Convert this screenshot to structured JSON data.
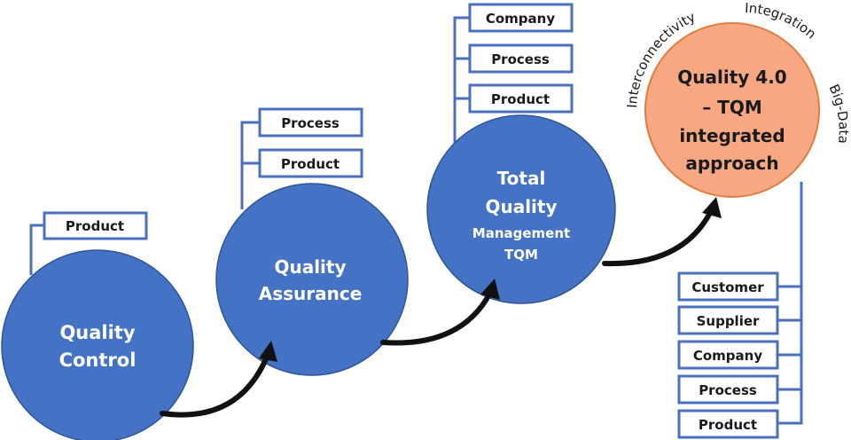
{
  "diagram": {
    "title": "Evolution of quality management to Quality 4.0",
    "colors": {
      "stage_fill": "#4472c4",
      "stage_outline": "#2f5597",
      "final_fill": "#f8a783",
      "final_outline": "#e07c3e",
      "connector": "#4a6fbe",
      "arrow": "#111111"
    },
    "stages": [
      {
        "id": "quality-control",
        "label_lines": [
          "Quality",
          "Control"
        ],
        "scope": [
          "Product"
        ]
      },
      {
        "id": "quality-assurance",
        "label_lines": [
          "Quality",
          "Assurance"
        ],
        "scope": [
          "Process",
          "Product"
        ]
      },
      {
        "id": "total-quality-management",
        "label_lines": [
          "Total",
          "Quality",
          "Management",
          "TQM"
        ],
        "scope": [
          "Company",
          "Process",
          "Product"
        ]
      },
      {
        "id": "quality-4-0",
        "label_lines": [
          "Quality 4.0",
          "– TQM",
          "integrated",
          "approach"
        ],
        "scope": [
          "Customer",
          "Supplier",
          "Company",
          "Process",
          "Product"
        ],
        "ring_labels": [
          "Interconnectivity",
          "Integration",
          "Big-Data"
        ]
      }
    ]
  }
}
